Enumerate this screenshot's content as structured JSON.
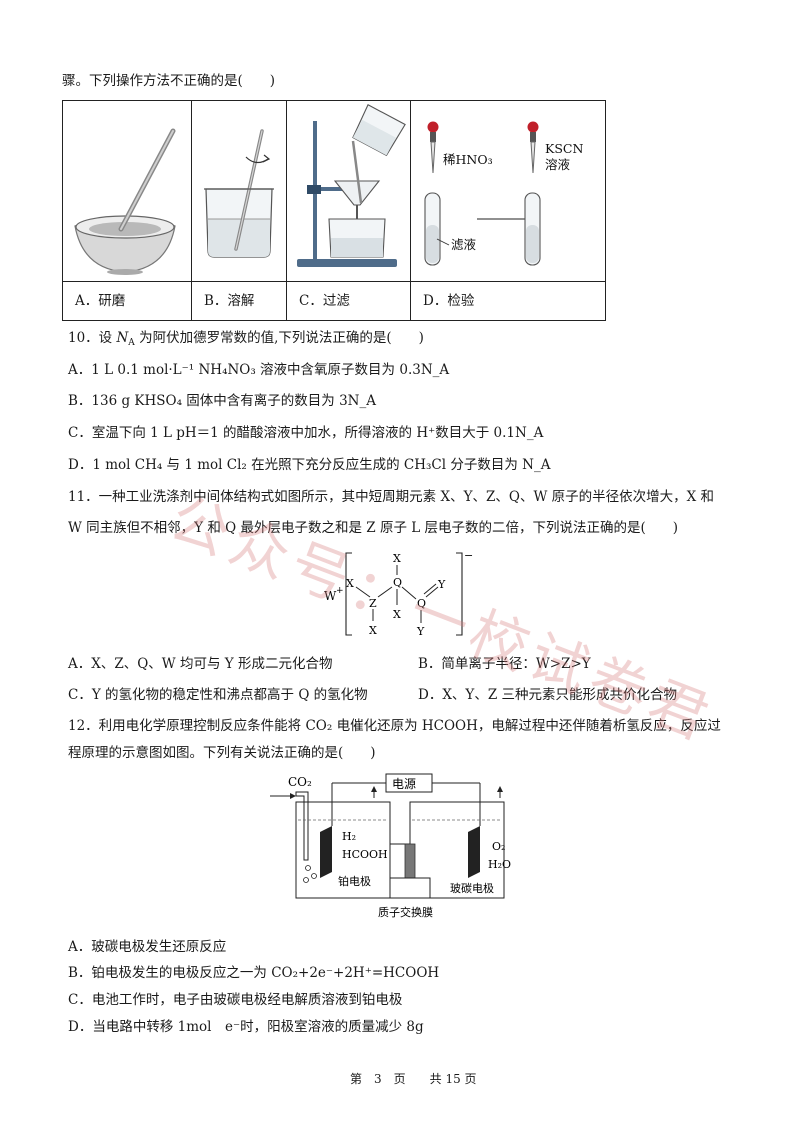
{
  "intro_line": "骤。下列操作方法不正确的是(　　)",
  "lab_options": [
    {
      "label": "A．研磨"
    },
    {
      "label": "B．溶解"
    },
    {
      "label": "C．过滤"
    },
    {
      "label": "D．检验"
    }
  ],
  "lab_d_labels": {
    "reagent1": "稀HNO₃",
    "reagent2a": "KSCN",
    "reagent2b": "溶液",
    "filtrate": "滤液"
  },
  "q10": {
    "stem_num": "10．设 ",
    "stem_NA": "N",
    "stem_sub": "A",
    "stem_rest": " 为阿伏加德罗常数的值,下列说法正确的是(　　)",
    "A": "A．1 L 0.1 mol·L⁻¹ NH₄NO₃ 溶液中含氧原子数目为 0.3N_A",
    "B": "B．136 g KHSO₄ 固体中含有离子的数目为 3N_A",
    "C": "C．室温下向 1 L pH＝1 的醋酸溶液中加水，所得溶液的 H⁺数目大于 0.1N_A",
    "D": "D．1 mol CH₄ 与 1 mol Cl₂ 在光照下充分反应生成的 CH₃Cl 分子数目为 N_A"
  },
  "q11": {
    "line1": "11．一种工业洗涤剂中间体结构式如图所示，其中短周期元素 X、Y、Z、Q、W 原子的半径依次增大，X 和",
    "line2": "W 同主族但不相邻，Y 和 Q 最外层电子数之和是 Z 原子 L 层电子数的二倍，下列说法正确的是(　　)",
    "A": "A．X、Z、Q、W 均可与 Y 形成二元化合物",
    "B": "B．简单离子半径：W>Z>Y",
    "C": "C．Y 的氢化物的稳定性和沸点都高于 Q 的氢化物",
    "D": "D．X、Y、Z 三种元素只能形成共价化合物"
  },
  "structure_labels": {
    "W": "W",
    "X": "X",
    "Y": "Y",
    "Z": "Z",
    "Q": "Q",
    "plus": "+",
    "minus": "−"
  },
  "q12": {
    "line1": "12．利用电化学原理控制反应条件能将 CO₂ 电催化还原为 HCOOH，电解过程中还伴随着析氢反应，反应过",
    "line2": "程原理的示意图如图。下列有关说法正确的是(　　)",
    "A": "A．玻碳电极发生还原反应",
    "B": "B．铂电极发生的电极反应之一为 CO₂+2e⁻+2H⁺=HCOOH",
    "C": "C．电池工作时，电子由玻碳电极经电解质溶液到铂电极",
    "D": "D．当电路中转移 1mol　e⁻时，阳极室溶液的质量减少 8g"
  },
  "cell_labels": {
    "co2": "CO₂",
    "power": "电源",
    "h2": "H₂",
    "hcooh": "HCOOH",
    "o2": "O₂",
    "h2o": "H₂O",
    "pt": "铂电极",
    "gc": "玻碳电极",
    "membrane": "质子交换膜"
  },
  "watermark": "公众号：一校试卷君",
  "footer": "第　3　页　　共 15 页"
}
